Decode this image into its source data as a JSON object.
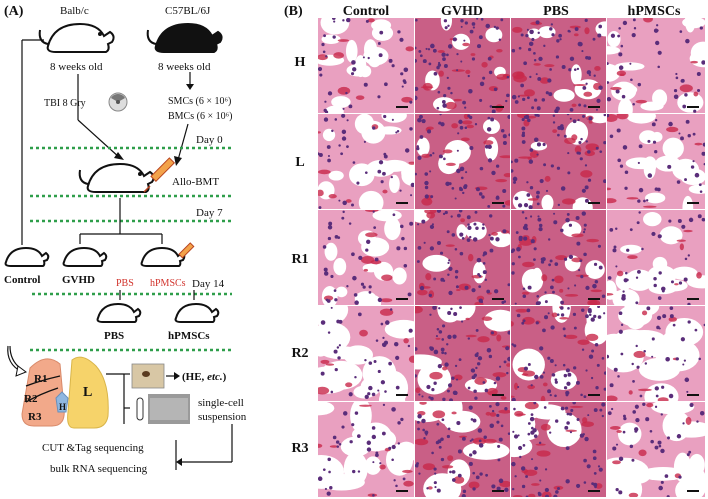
{
  "panel_a": {
    "label": "(A)",
    "donor_balb": {
      "name": "Balb/c",
      "age": "8 weeks old"
    },
    "donor_c57": {
      "name": "C57BL/6J",
      "age": "8 weeks old"
    },
    "tbi": "TBI 8 Gry",
    "smcs": "SMCs (6 × 10⁶)",
    "bmcs": "BMCs (6 × 10⁶)",
    "day0": "Day 0",
    "allo_bmt": "Allo-BMT",
    "day7": "Day 7",
    "day14": "Day 14",
    "groups": {
      "control": "Control",
      "gvhd": "GVHD",
      "pbs": "PBS",
      "hpmscs": "hPMSCs"
    },
    "inject_pbs": "PBS",
    "inject_hpmscs": "hPMSCs",
    "lobes": {
      "r1": "R1",
      "r2": "R2",
      "r3": "R3",
      "h": "H",
      "l": "L"
    },
    "he_prefix": "(HE, ",
    "he_etc": "etc.",
    "he_suffix": ")",
    "single_cell_1": "single-cell",
    "single_cell_2": "suspension",
    "cut_tag": "CUT &Tag sequencing",
    "bulk_rna": "bulk RNA sequencing"
  },
  "panel_b": {
    "label": "(B)",
    "columns": [
      "Control",
      "GVHD",
      "PBS",
      "hPMSCs"
    ],
    "rows": [
      "H",
      "L",
      "R1",
      "R2",
      "R3"
    ]
  },
  "colors": {
    "tissue_pink": "#e9a0c0",
    "tissue_red": "#c8284a",
    "nuclei": "#5a2d7a",
    "dashed_green": "#2e9e4a",
    "lung_right": "#f2a98a",
    "lung_left": "#f6d36a",
    "heart": "#8fb7e0",
    "accent_red": "#d1322b"
  }
}
